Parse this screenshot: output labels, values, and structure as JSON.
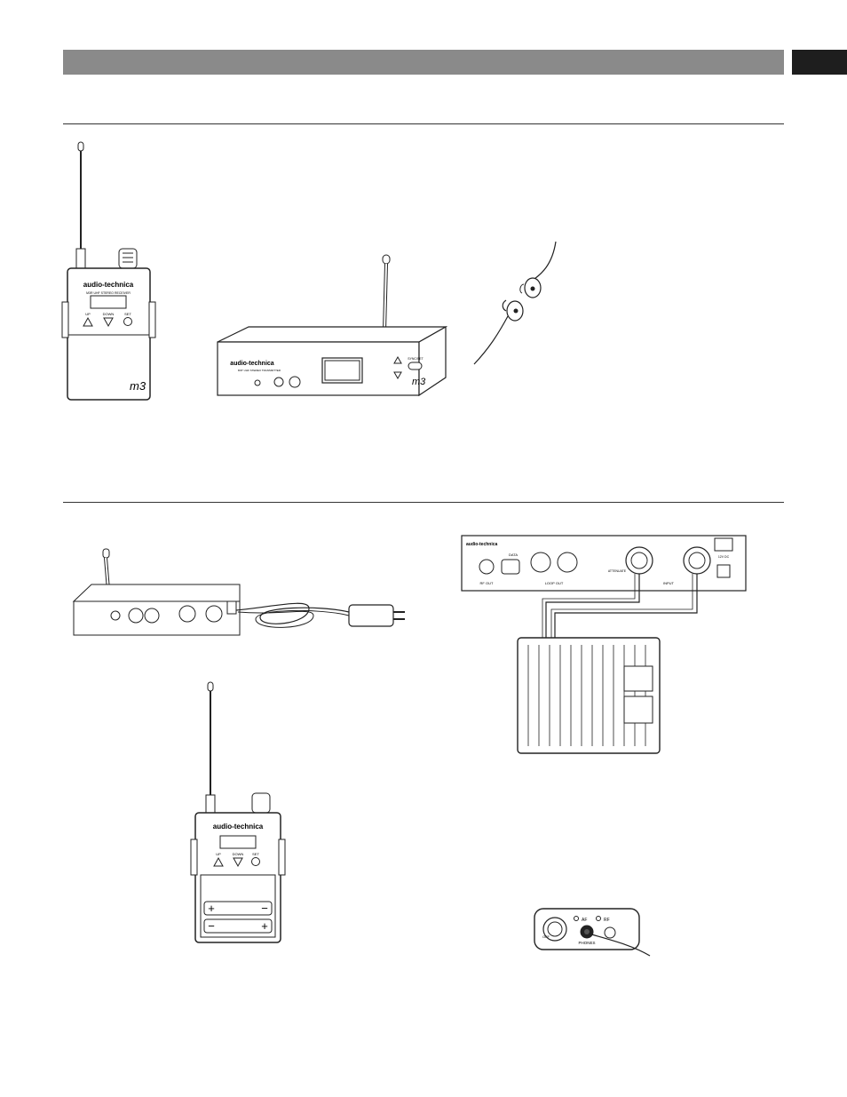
{
  "receiver": {
    "brand": "audio-technica",
    "model_text": "M3R UHF STEREO RECEIVER",
    "buttons": [
      "UP",
      "DOWN",
      "SET"
    ],
    "badge": "m3"
  },
  "transmitter": {
    "brand": "audio-technica",
    "model_text": "M3T UHF STEREO TRANSMITTER",
    "buttons": [
      "SYNC/SET"
    ],
    "badge": "m3"
  },
  "rear_panel": {
    "brand": "audio-technica",
    "labels": [
      "RF OUT",
      "DATA",
      "LOOP OUT",
      "INPUT",
      "ATTENUATE",
      "12V DC"
    ]
  },
  "battery": {
    "plus": "+",
    "minus": "−"
  },
  "top_control": {
    "labels": [
      "OFF",
      "AF",
      "RF",
      "PHONES"
    ]
  }
}
